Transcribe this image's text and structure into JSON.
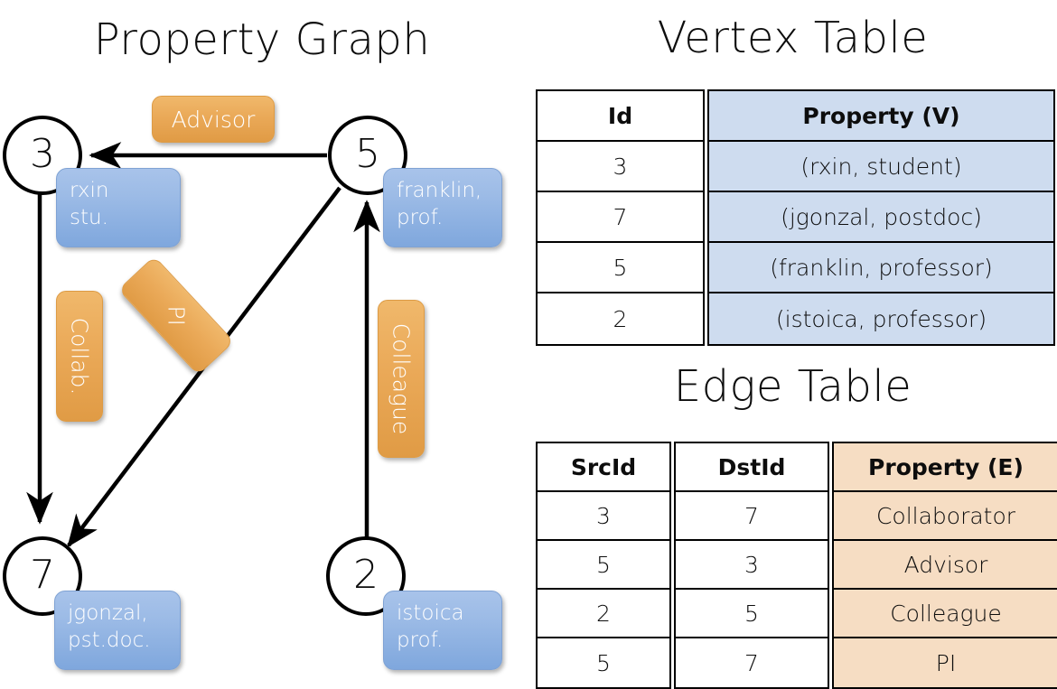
{
  "titles": {
    "property_graph": "Property Graph",
    "vertex_table": "Vertex Table",
    "edge_table": "Edge Table"
  },
  "colors": {
    "vertex_header_bg": "#cedcef",
    "edge_header_bg": "#f6ddc3",
    "edge_label_orange": "#eaa958",
    "vertex_prop_blue": "#9cbbe6",
    "stroke": "#000000"
  },
  "graph": {
    "vertices": [
      {
        "id": "3",
        "property_lines": [
          "rxin",
          "stu."
        ]
      },
      {
        "id": "5",
        "property_lines": [
          "franklin,",
          "prof."
        ]
      },
      {
        "id": "7",
        "property_lines": [
          "jgonzal,",
          "pst.doc."
        ]
      },
      {
        "id": "2",
        "property_lines": [
          "istoica",
          "prof."
        ]
      }
    ],
    "edge_labels": [
      {
        "name": "advisor",
        "text": "Advisor"
      },
      {
        "name": "collab",
        "text": "Collab."
      },
      {
        "name": "pi",
        "text": "PI"
      },
      {
        "name": "colleague",
        "text": "Colleague"
      }
    ]
  },
  "vertex_table": {
    "headers": {
      "id": "Id",
      "property": "Property (V)"
    },
    "rows": [
      {
        "id": "3",
        "property": "(rxin, student)"
      },
      {
        "id": "7",
        "property": "(jgonzal, postdoc)"
      },
      {
        "id": "5",
        "property": "(franklin, professor)"
      },
      {
        "id": "2",
        "property": "(istoica, professor)"
      }
    ]
  },
  "edge_table": {
    "headers": {
      "src": "SrcId",
      "dst": "DstId",
      "property": "Property (E)"
    },
    "rows": [
      {
        "src": "3",
        "dst": "7",
        "property": "Collaborator"
      },
      {
        "src": "5",
        "dst": "3",
        "property": "Advisor"
      },
      {
        "src": "2",
        "dst": "5",
        "property": "Colleague"
      },
      {
        "src": "5",
        "dst": "7",
        "property": "PI"
      }
    ]
  }
}
